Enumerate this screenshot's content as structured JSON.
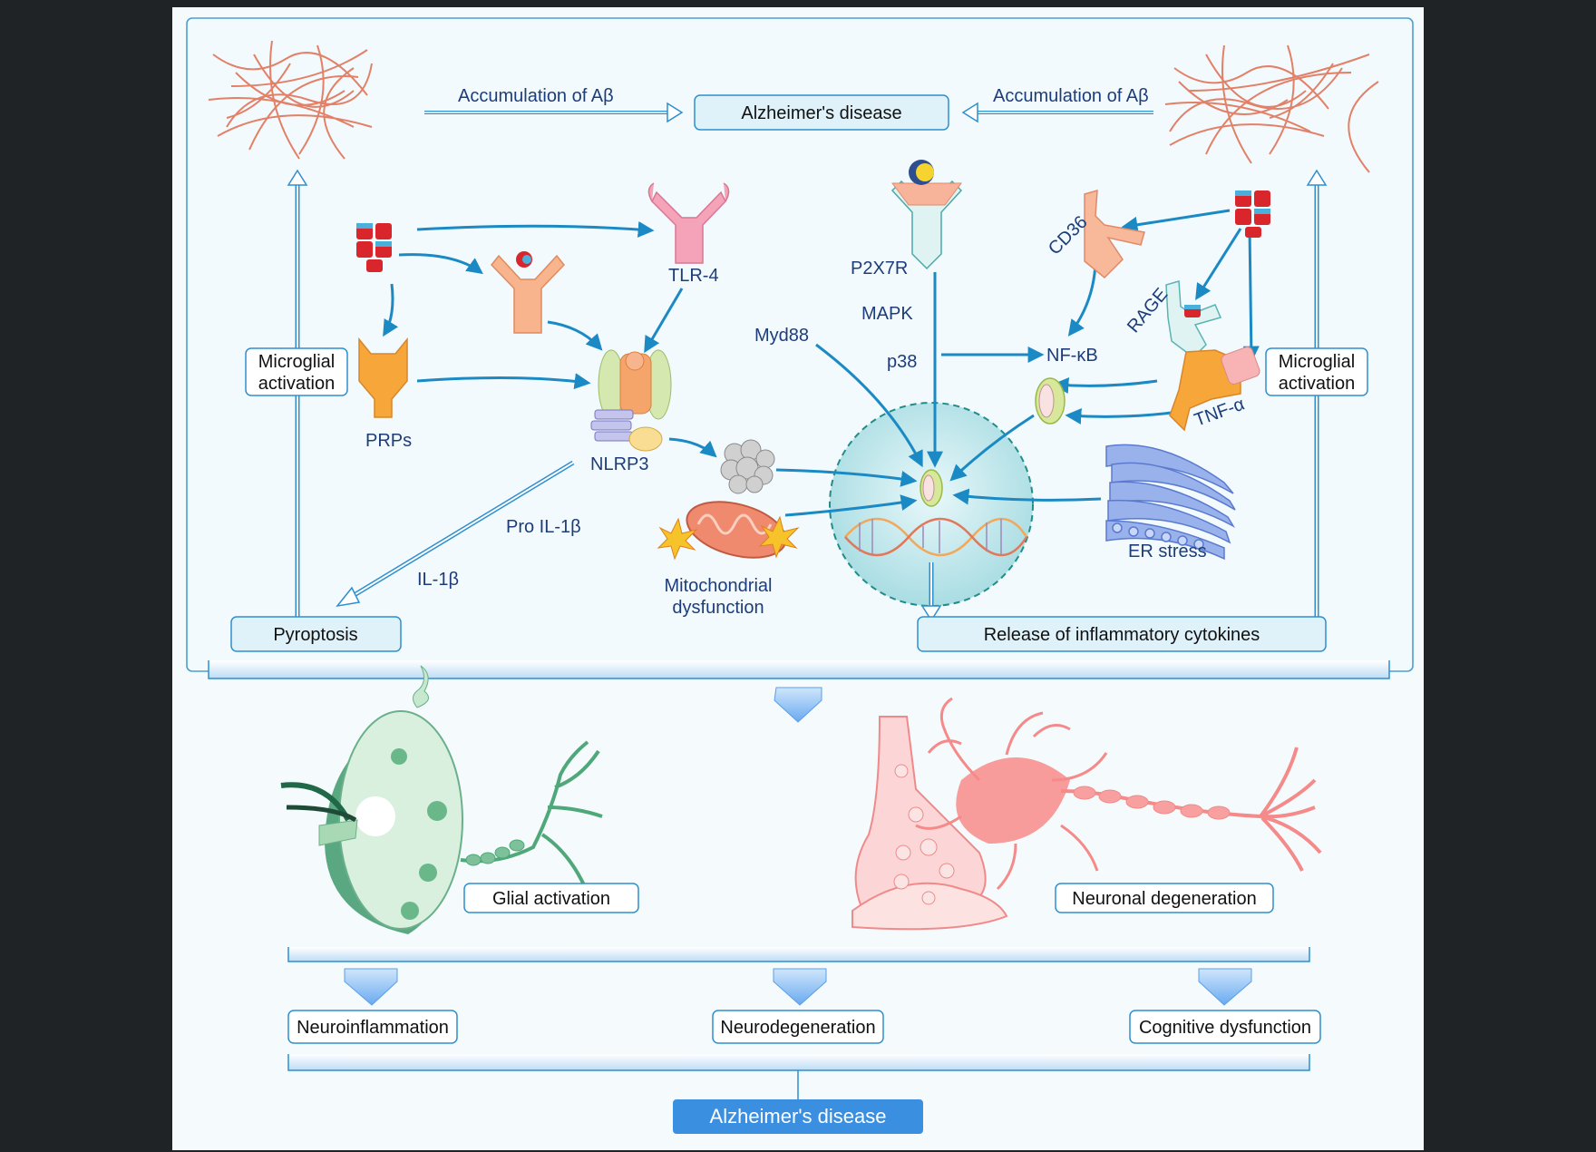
{
  "labels": {
    "accumulation_left": "Accumulation of Aβ",
    "accumulation_right": "Accumulation of Aβ",
    "alzheimers_top": "Alzheimer's disease",
    "tlr4": "TLR-4",
    "prps": "PRPs",
    "nlrp3": "NLRP3",
    "p2x7r": "P2X7R",
    "mapk": "MAPK",
    "p38": "p38",
    "myd88": "Myd88",
    "cd36": "CD36",
    "rage": "RAGE",
    "nfkb": "NF-κB",
    "tnfa": "TNF-α",
    "er_stress": "ER stress",
    "mito_line1": "Mitochondrial",
    "mito_line2": "dysfunction",
    "pro_il1b": "Pro IL-1β",
    "il1b": "IL-1β",
    "microglial_left_1": "Microglial",
    "microglial_left_2": "activation",
    "microglial_right_1": "Microglial",
    "microglial_right_2": "activation",
    "pyroptosis": "Pyroptosis",
    "release_cytokines": "Release of inflammatory cytokines",
    "glial_activation": "Glial activation",
    "neuronal_degeneration": "Neuronal degeneration",
    "neuroinflammation": "Neuroinflammation",
    "neurodegeneration": "Neurodegeneration",
    "cognitive_dysfunction": "Cognitive dysfunction",
    "alzheimers_bottom": "Alzheimer's disease"
  },
  "colors": {
    "frame_bg": "#f2fafd",
    "frame_border": "#4a9fd1",
    "arrow": "#1b8ac4",
    "label_blue": "#1d3d7a",
    "final_box": "#3a8fe0",
    "amyloid": "#e07a5f",
    "glia_green": "#7dbf9a",
    "neuron_pink": "#f58a8a"
  }
}
